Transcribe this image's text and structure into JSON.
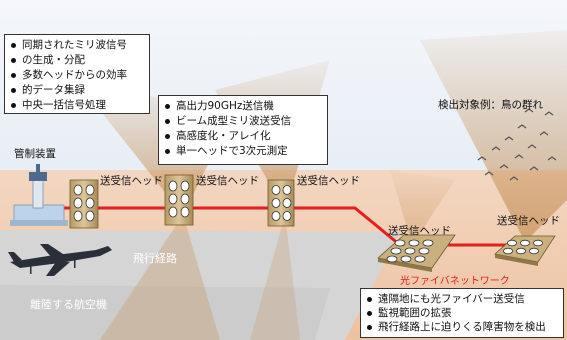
{
  "boxes": {
    "control": [
      "同期されたミリ波信号",
      "の生成・分配",
      "多数ヘッドからの効率",
      "的データ集録",
      "中央一括信号処理"
    ],
    "transmitter": [
      "高出力90GHz送信機",
      "ビーム成型ミリ波送受信",
      "高感度化・アレイ化",
      "単一ヘッドで3次元測定"
    ],
    "remote": [
      "遠隔地にも光ファイバー送受信",
      "監視範囲の拡張",
      "飛行経路上に迫りくる障害物を検出"
    ]
  },
  "labels": {
    "control_device": "管制装置",
    "head": "送受信ヘッド",
    "flight_path": "飛行経路",
    "departing_aircraft": "離陸する航空機",
    "fiber_network": "光ファイバネットワーク",
    "detection_target": "検出対象例：鳥の群れ"
  },
  "colors": {
    "sky": "#eaf0f8",
    "ground": "#f5d2b6",
    "ground_near": "#f2c8a8",
    "runway": "#d4d4d4",
    "fiber": "#e41e1e",
    "beam": "#c9a070",
    "head_body": "#c8b07a"
  }
}
